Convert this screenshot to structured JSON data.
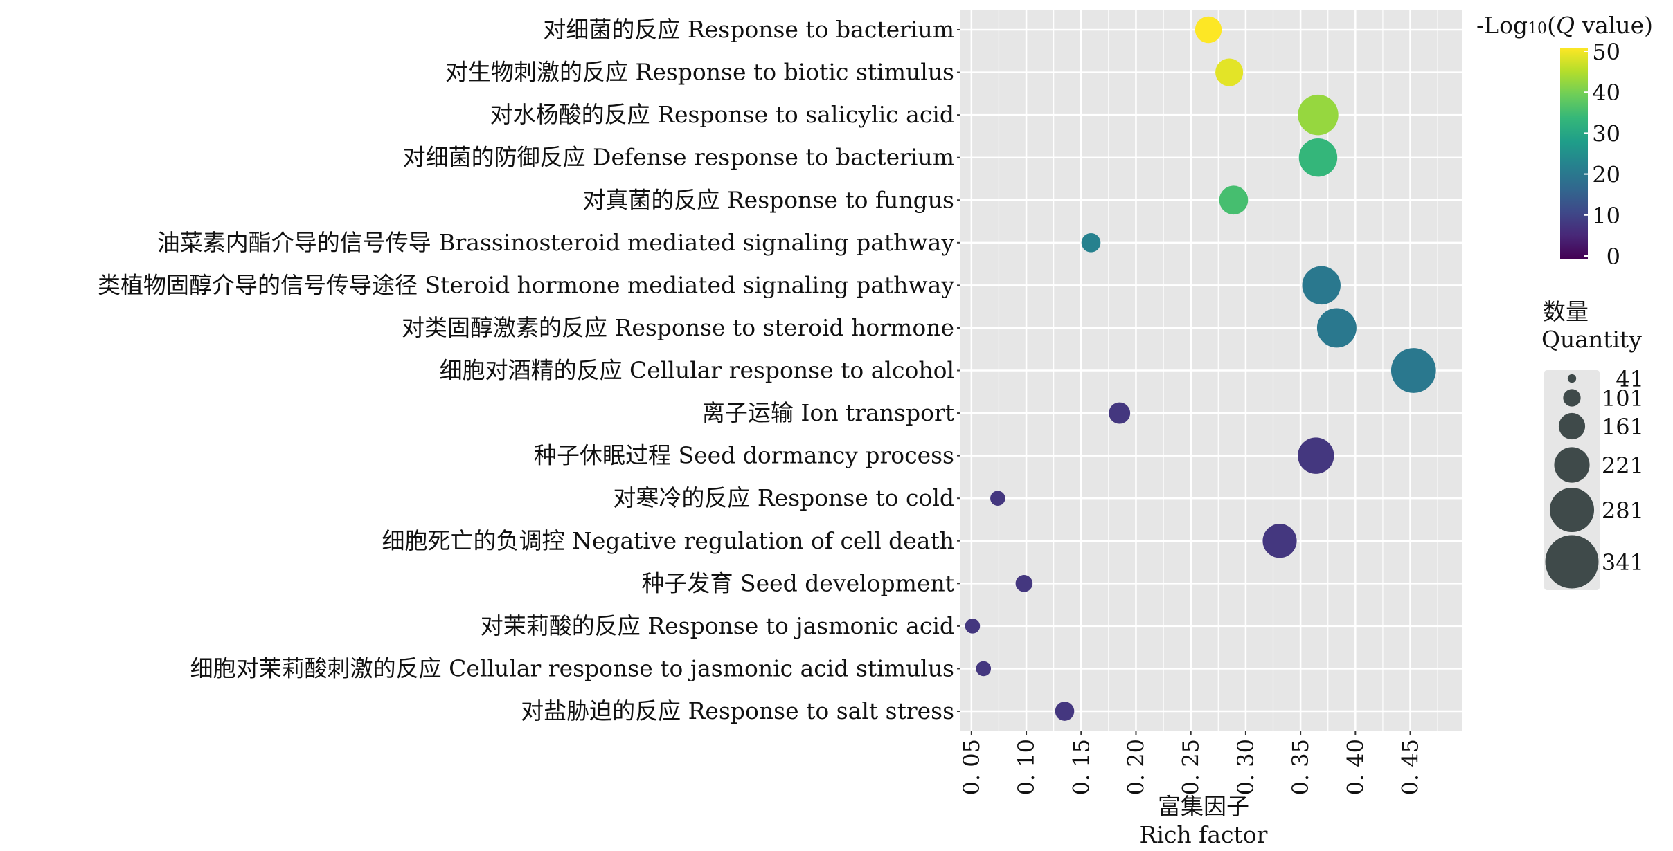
{
  "chart_data": {
    "type": "scatter",
    "subtype": "bubble",
    "xlabel_cn": "富集因子",
    "xlabel": "Rich factor",
    "xlim": [
      0.04,
      0.497
    ],
    "xticks": [
      "0.05",
      "0.10",
      "0.15",
      "0.20",
      "0.25",
      "0.30",
      "0.35",
      "0.40",
      "0.45"
    ],
    "grid": true,
    "categories": [
      "对细菌的反应 Response to bacterium",
      "对生物刺激的反应 Response to biotic stimulus",
      "对水杨酸的反应 Response to salicylic acid",
      "对细菌的防御反应 Defense response to bacterium",
      "对真菌的反应 Response to fungus",
      "油菜素内酯介导的信号传导 Brassinosteroid mediated signaling pathway",
      "类植物固醇介导的信号传导途径 Steroid hormone mediated signaling pathway",
      "对类固醇激素的反应 Response to steroid hormone",
      "细胞对酒精的反应 Cellular response to alcohol",
      "离子运输 Ion transport",
      "种子休眠过程 Seed dormancy process",
      "对寒冷的反应 Response to cold",
      "细胞死亡的负调控 Negative regulation of cell death",
      "种子发育 Seed development",
      "对茉莉酸的反应 Response to jasmonic acid",
      "细胞对茉莉酸刺激的反应 Cellular response to jasmonic acid stimulus",
      "对盐胁迫的反应 Response to salt stress"
    ],
    "rich_factor": [
      0.266,
      0.285,
      0.366,
      0.366,
      0.289,
      0.159,
      0.369,
      0.383,
      0.453,
      0.185,
      0.364,
      0.074,
      0.331,
      0.098,
      0.051,
      0.061,
      0.135
    ],
    "neg_log10_q": [
      50,
      48,
      42,
      33,
      35,
      22,
      20,
      20,
      20,
      8,
      8,
      8,
      8,
      8,
      8,
      8,
      8
    ],
    "quantity": [
      162,
      170,
      255,
      241,
      177,
      112,
      241,
      248,
      284,
      127,
      227,
      84,
      212,
      98,
      84,
      84,
      112
    ],
    "color_legend": {
      "title_prefix": "-Log",
      "title_sub": "10",
      "title_open": "(",
      "title_q": "Q",
      "title_rest": " value)",
      "range": [
        0,
        50
      ],
      "ticks": [
        "0",
        "10",
        "20",
        "30",
        "40",
        "50"
      ]
    },
    "size_legend": {
      "title_cn": "数量",
      "title": "Quantity",
      "range": [
        41,
        341
      ],
      "keys": [
        "41",
        "101",
        "161",
        "221",
        "281",
        "341"
      ]
    },
    "palette": [
      "#440154",
      "#482878",
      "#3e4989",
      "#31688e",
      "#26828e",
      "#1f9e89",
      "#35b779",
      "#6ece58",
      "#b5de2b",
      "#fde725"
    ],
    "panel_bg": "#e6e6e6",
    "grid_color": "#ffffff",
    "legend_key_color": "#3f4a4a"
  }
}
